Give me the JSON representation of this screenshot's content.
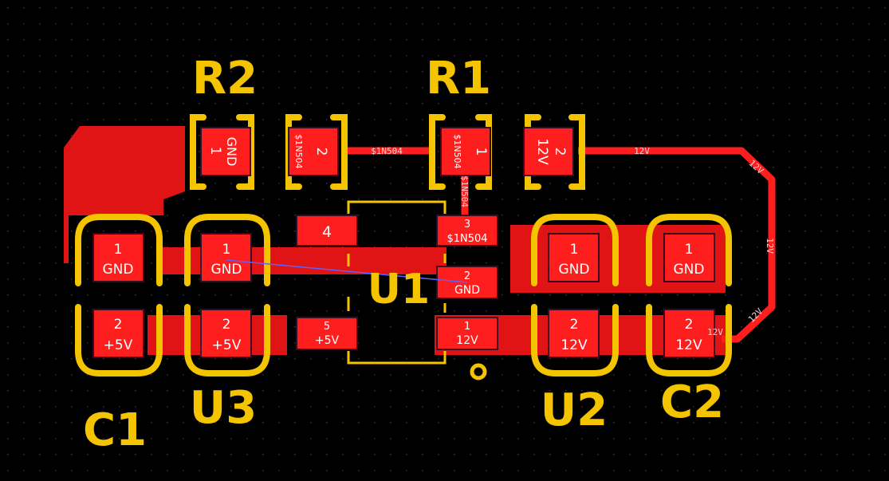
{
  "colors": {
    "background": "#000000",
    "grid": "#2a2a2a",
    "copper": "#ff1e1e",
    "copper_dark": "#c40000",
    "silkscreen": "#f5c400",
    "text": "#ffffff",
    "ratsnest": "#6060ff"
  },
  "designators": {
    "r1": "R1",
    "r2": "R2",
    "c1": "C1",
    "c2": "C2",
    "u1": "U1",
    "u2": "U2",
    "u3": "U3"
  },
  "pads": {
    "r2_1": {
      "num": "1",
      "net": "GND"
    },
    "r2_2": {
      "num": "2",
      "net": "$1N504"
    },
    "r1_1": {
      "num": "1",
      "net": "$1N504"
    },
    "r1_2": {
      "num": "2",
      "net": "12V"
    },
    "c1_1": {
      "num": "1",
      "net": "GND"
    },
    "c1_2": {
      "num": "2",
      "net": "+5V"
    },
    "u3_1": {
      "num": "1",
      "net": "GND"
    },
    "u3_2": {
      "num": "2",
      "net": "+5V"
    },
    "u1_4": {
      "num": "4",
      "net": ""
    },
    "u1_5": {
      "num": "5",
      "net": "+5V"
    },
    "u1_3": {
      "num": "3",
      "net": "$1N504"
    },
    "u1_2": {
      "num": "2",
      "net": "GND"
    },
    "u1_1": {
      "num": "1",
      "net": "12V"
    },
    "u2_1": {
      "num": "1",
      "net": "GND"
    },
    "u2_2": {
      "num": "2",
      "net": "12V"
    },
    "c2_1": {
      "num": "1",
      "net": "GND"
    },
    "c2_2": {
      "num": "2",
      "net": "12V"
    }
  },
  "traces": {
    "t1": "$1N504",
    "t2": "12V",
    "t3": "12V",
    "t4": "12V",
    "t5": "12V",
    "t6": "$1N504",
    "t7": "12V"
  }
}
